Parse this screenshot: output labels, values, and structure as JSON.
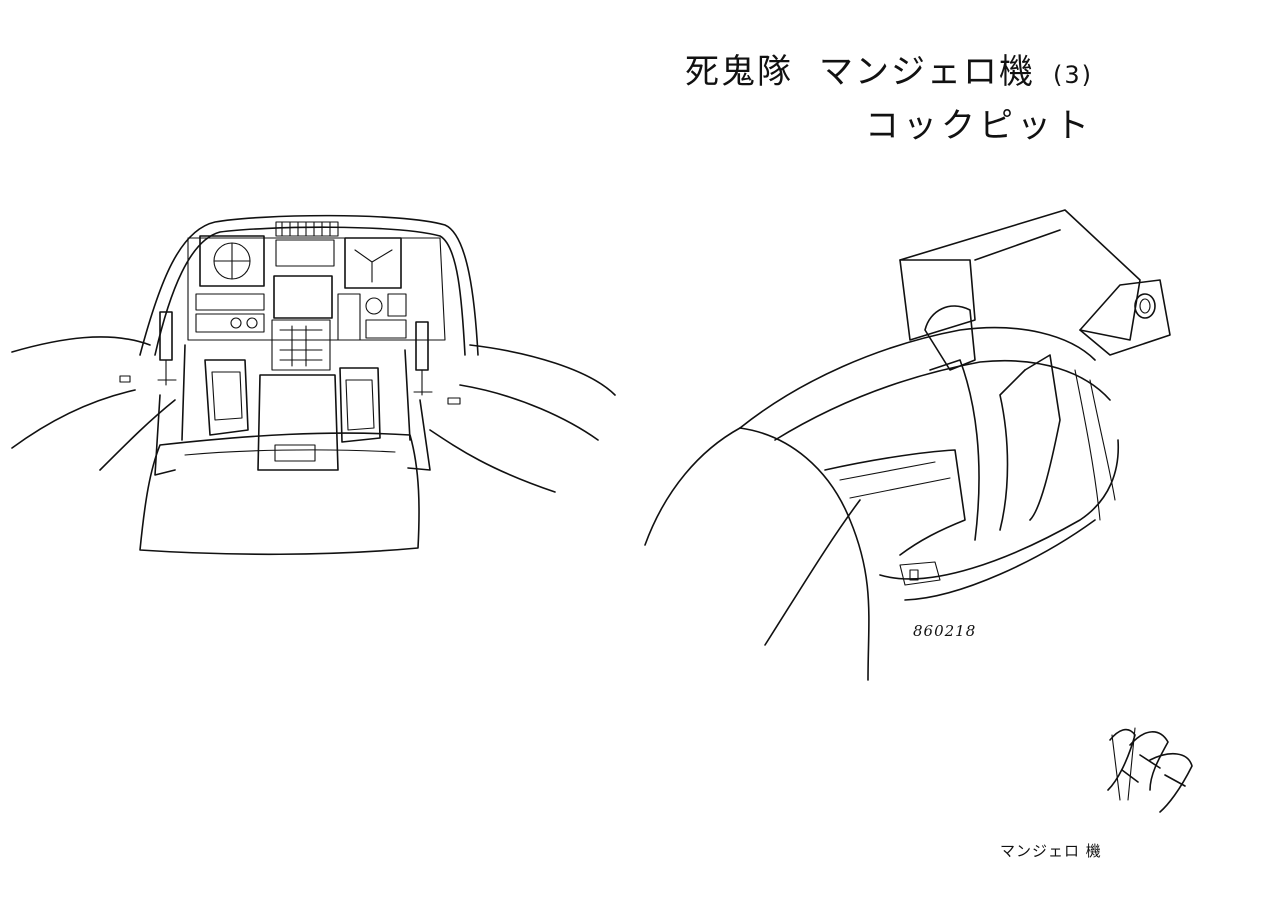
{
  "sheet": {
    "title_main": "死鬼隊",
    "title_machine": "マンジェロ機",
    "title_number": "(3)",
    "subtitle": "コックピット",
    "date_code": "860218",
    "footer_note": "マンジェロ 機"
  },
  "illustrations": [
    {
      "name": "cockpit-front-view-drawing"
    },
    {
      "name": "cockpit-side-view-drawing"
    }
  ],
  "signature": {
    "icon": "handwritten-signature-icon"
  }
}
